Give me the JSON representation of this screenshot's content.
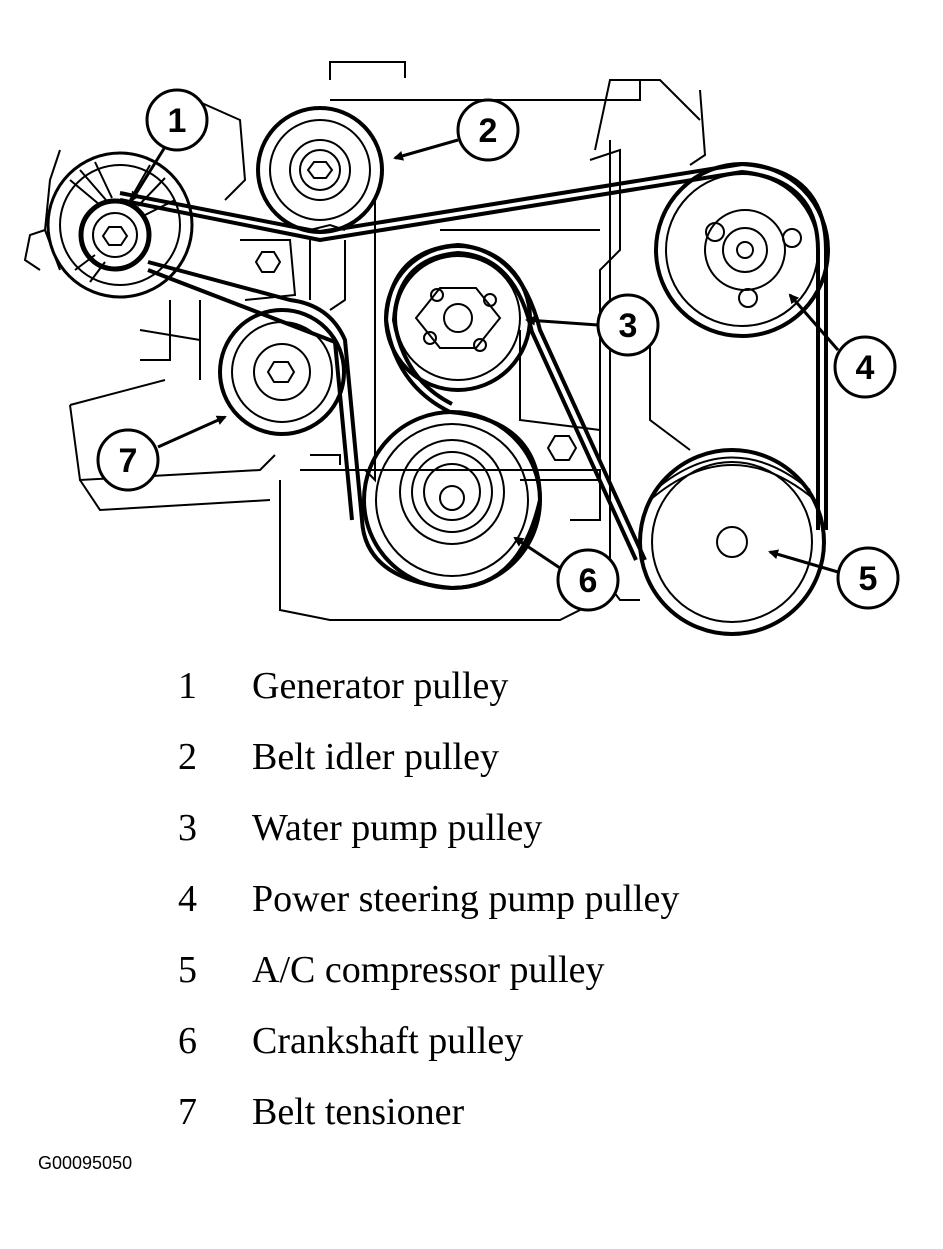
{
  "diagram": {
    "callouts": [
      "1",
      "2",
      "3",
      "4",
      "5",
      "6",
      "7"
    ]
  },
  "legend": [
    {
      "number": "1",
      "label": "Generator pulley"
    },
    {
      "number": "2",
      "label": "Belt idler pulley"
    },
    {
      "number": "3",
      "label": "Water pump pulley"
    },
    {
      "number": "4",
      "label": "Power steering pump pulley"
    },
    {
      "number": "5",
      "label": "A/C compressor pulley"
    },
    {
      "number": "6",
      "label": "Crankshaft pulley"
    },
    {
      "number": "7",
      "label": "Belt tensioner"
    }
  ],
  "figure_id": "G00095050"
}
